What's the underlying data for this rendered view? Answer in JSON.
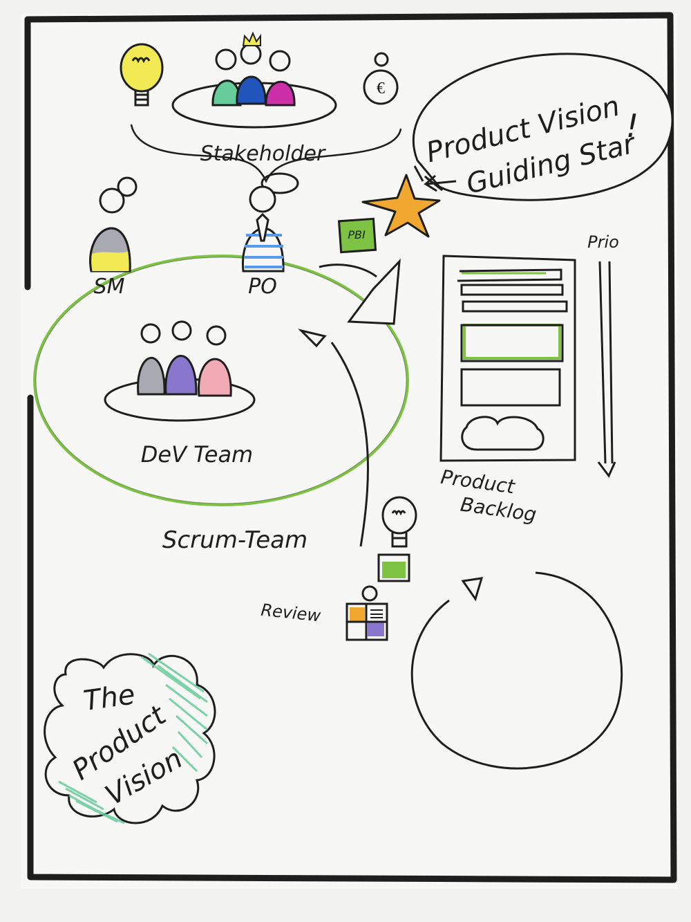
{
  "labels": {
    "stakeholder": "Stakeholder",
    "sm": "SM",
    "po": "PO",
    "pbi": "PBI",
    "dev_team": "DeV Team",
    "scrum_team": "Scrum-Team",
    "product_backlog_line1": "Product",
    "product_backlog_line2": "Backlog",
    "prio": "Prio",
    "review": "Review",
    "euro": "€",
    "vision_bubble_line1": "Product Vision",
    "vision_bubble_line2": "Guiding Star",
    "vision_bubble_mark": "!",
    "burst_line1": "The",
    "burst_line2": "Product",
    "burst_line3": "Vision"
  },
  "colors": {
    "marker_black": "#1e1e1e",
    "green": "#7dc242",
    "mint": "#66cc99",
    "blue": "#2255bb",
    "magenta": "#cc2fa8",
    "yellow": "#f2ea55",
    "grey": "#a9aab1",
    "purple": "#8877cc",
    "pink": "#f2aab4",
    "orange": "#f0a830",
    "light_blue": "#5599ee"
  },
  "icons": [
    "lightbulb-icon",
    "money-bag-icon",
    "crown-icon",
    "star-icon",
    "cycle-arrow-icon"
  ]
}
